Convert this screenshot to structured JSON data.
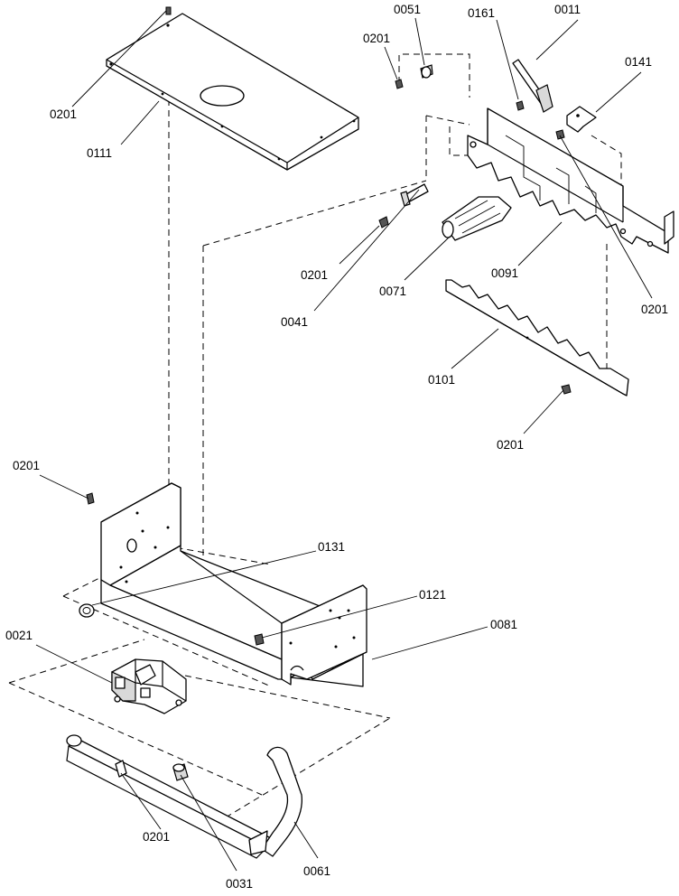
{
  "callouts": [
    {
      "key": "c_0201_a",
      "text": "0201"
    },
    {
      "key": "c_0111",
      "text": "0111"
    },
    {
      "key": "c_0201_b",
      "text": "0201"
    },
    {
      "key": "c_0051",
      "text": "0051"
    },
    {
      "key": "c_0161",
      "text": "0161"
    },
    {
      "key": "c_0011",
      "text": "0011"
    },
    {
      "key": "c_0141",
      "text": "0141"
    },
    {
      "key": "c_0201_c",
      "text": "0201"
    },
    {
      "key": "c_0041",
      "text": "0041"
    },
    {
      "key": "c_0071",
      "text": "0071"
    },
    {
      "key": "c_0091",
      "text": "0091"
    },
    {
      "key": "c_0201_d",
      "text": "0201"
    },
    {
      "key": "c_0101",
      "text": "0101"
    },
    {
      "key": "c_0201_e",
      "text": "0201"
    },
    {
      "key": "c_0201_f",
      "text": "0201"
    },
    {
      "key": "c_0131",
      "text": "0131"
    },
    {
      "key": "c_0121",
      "text": "0121"
    },
    {
      "key": "c_0081",
      "text": "0081"
    },
    {
      "key": "c_0021",
      "text": "0021"
    },
    {
      "key": "c_0201_g",
      "text": "0201"
    },
    {
      "key": "c_0031",
      "text": "0031"
    },
    {
      "key": "c_0061",
      "text": "0061"
    }
  ]
}
